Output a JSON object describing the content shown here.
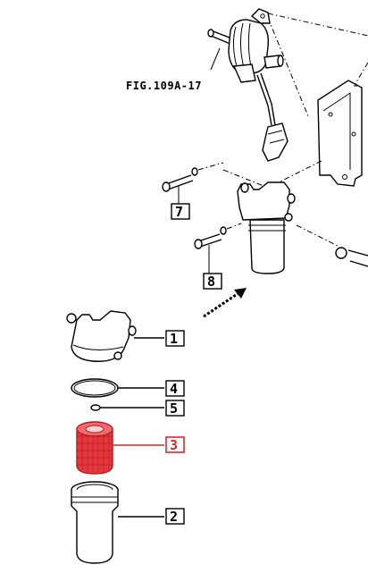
{
  "figure_ref": "FIG.109A-17",
  "callouts": [
    {
      "label": "1"
    },
    {
      "label": "2"
    },
    {
      "label": "3"
    },
    {
      "label": "4"
    },
    {
      "label": "5"
    },
    {
      "label": "7"
    },
    {
      "label": "8"
    }
  ],
  "highlighted_callout": "3",
  "highlight_color": "#e0262b"
}
